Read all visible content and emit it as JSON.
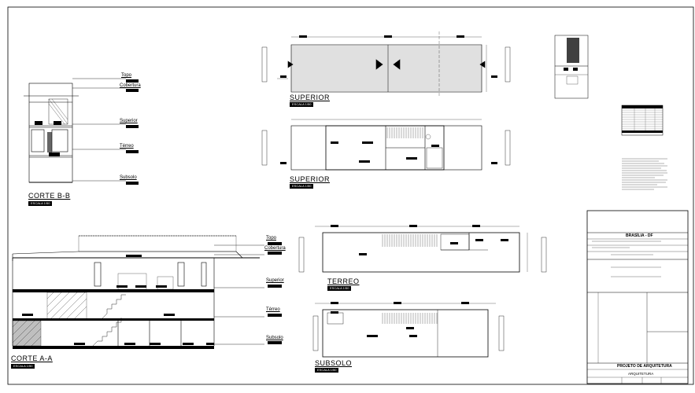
{
  "views": {
    "corte_bb": {
      "title": "CORTE B-B",
      "scale": "ESCALA 1/50"
    },
    "corte_aa": {
      "title": "CORTE A-A",
      "scale": "ESCALA 1/50"
    },
    "superior_roof": {
      "title": "SUPERIOR",
      "scale": "ESCALA 1/50"
    },
    "superior_plan": {
      "title": "SUPERIOR",
      "scale": "ESCALA 1/50"
    },
    "terreo": {
      "title": "TERREO",
      "scale": "ESCALA 1/50"
    },
    "subsolo": {
      "title": "SUBSOLO",
      "scale": "ESCALA 1/50"
    }
  },
  "levels_bb": [
    "Topo",
    "Cobertura",
    "Superior",
    "Térreo",
    "Subsolo"
  ],
  "levels_aa": [
    "Topo",
    "Cobertura",
    "Superior",
    "Térreo",
    "Subsolo"
  ],
  "title_block": {
    "city": "BRASÍLIA - DF",
    "project": "PROJETO DE ARQUITETURA",
    "discipline": "ARQUITETURA"
  }
}
